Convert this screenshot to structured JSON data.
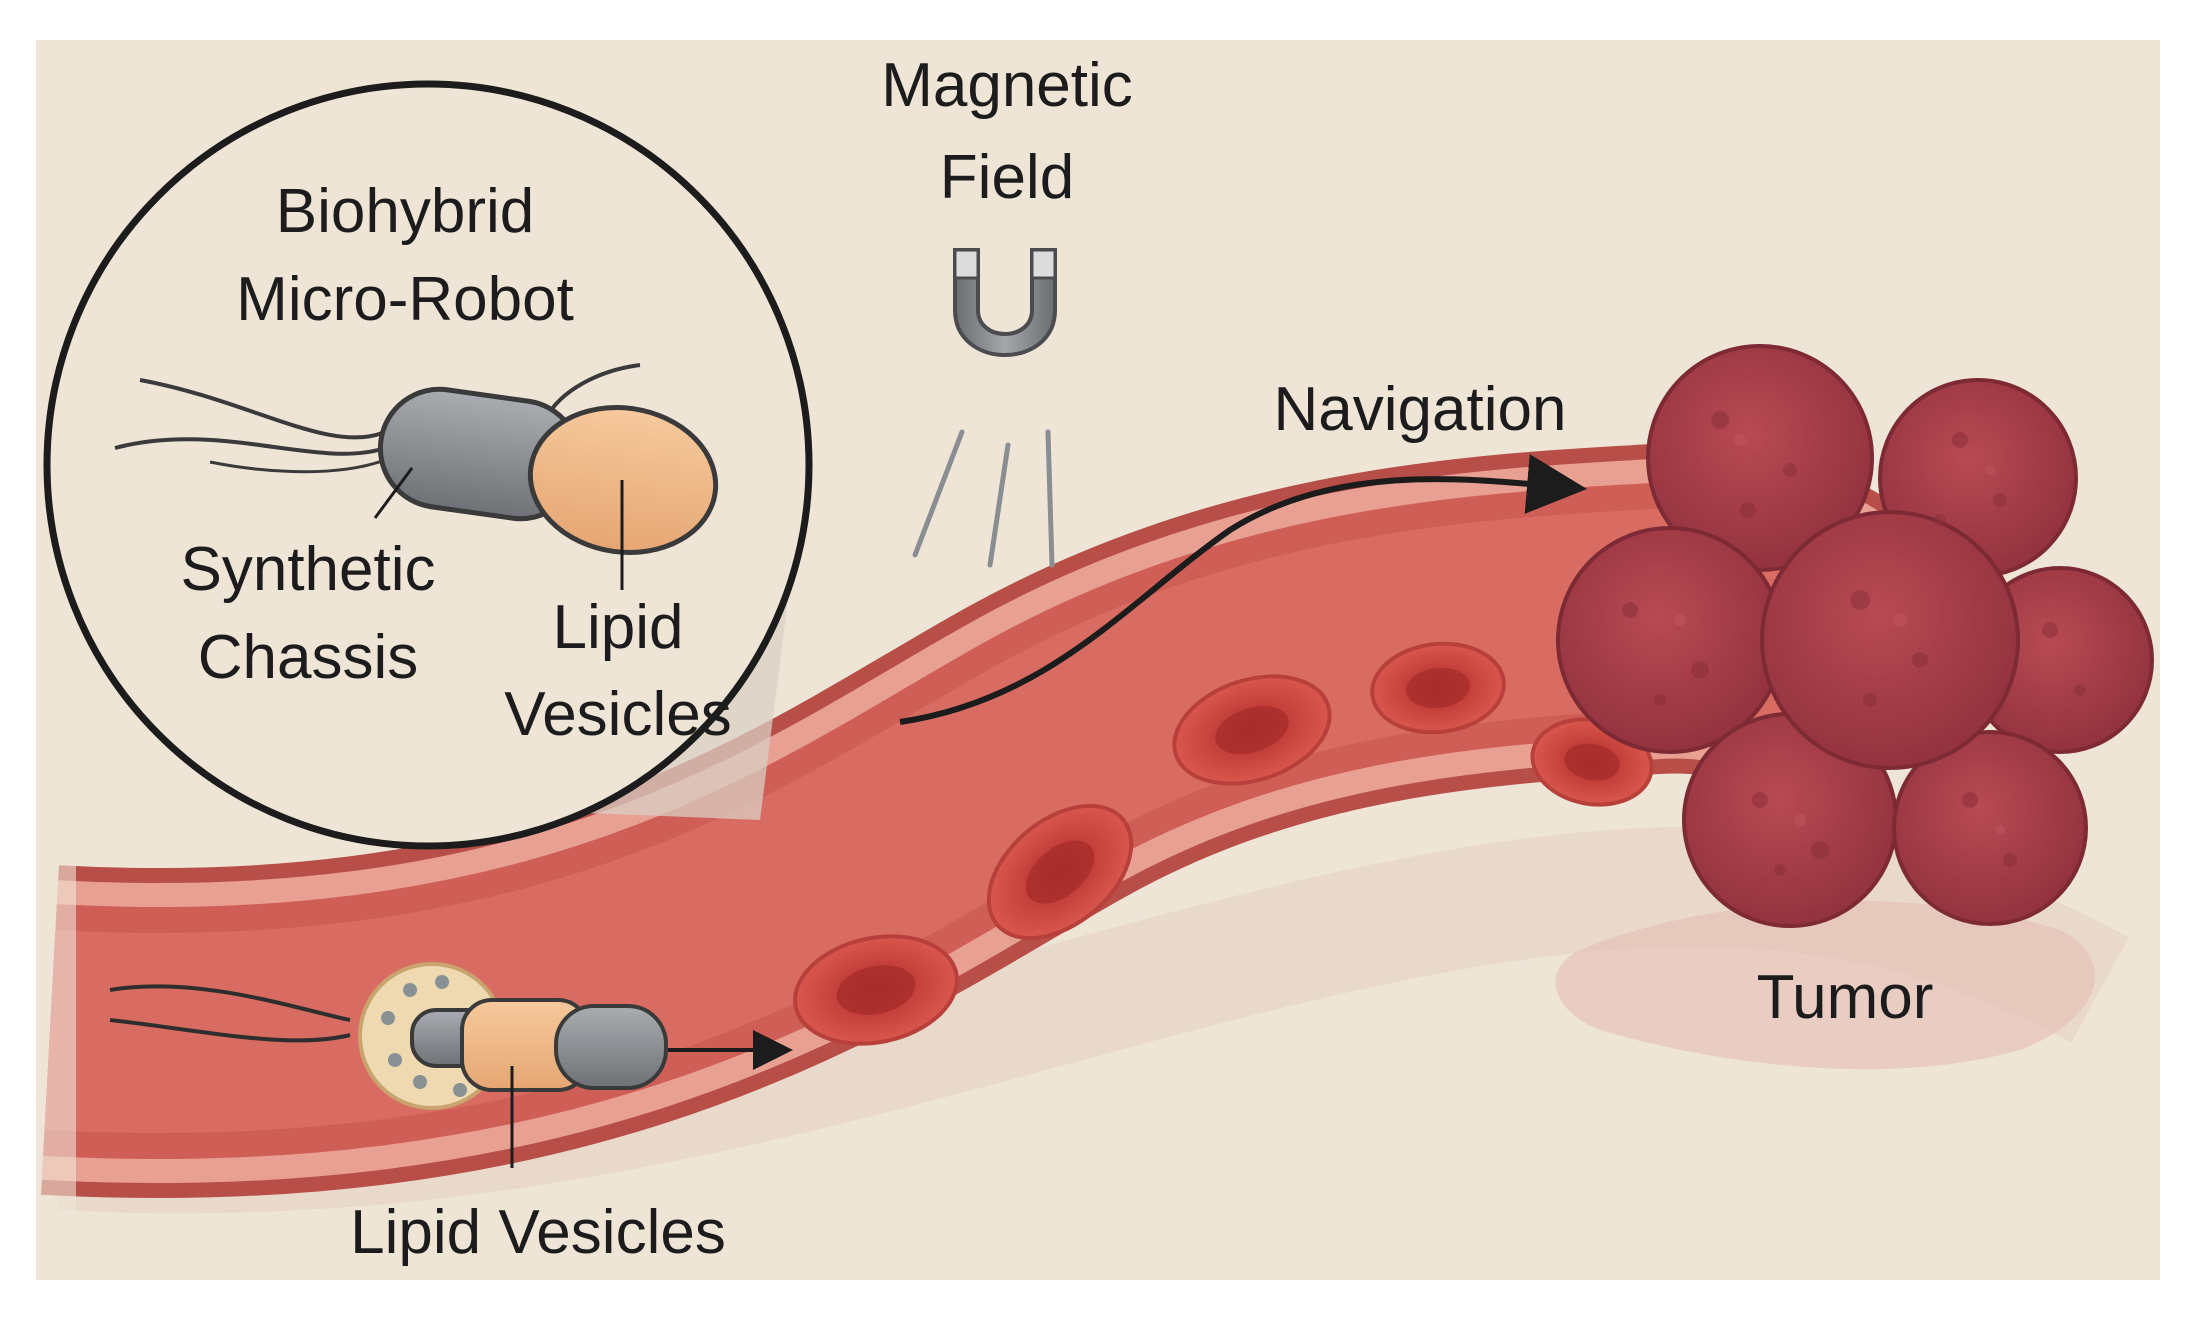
{
  "labels": {
    "magnetic_field_line1": "Magnetic",
    "magnetic_field_line2": "Field",
    "robot_title_line1": "Biohybrid",
    "robot_title_line2": "Micro-Robot",
    "synthetic_line1": "Synthetic",
    "synthetic_line2": "Chassis",
    "lipid_inset_line1": "Lipid",
    "lipid_inset_line2": "Vesicles",
    "navigation": "Navigation",
    "tumor": "Tumor",
    "lipid_bottom": "Lipid Vesicles"
  },
  "colors": {
    "background": "#efe5d7",
    "vessel_outer": "#c85b52",
    "vessel_wall": "#e79a8e",
    "vessel_lumen": "#d6675d",
    "red_cell": "#c7433d",
    "red_cell_center": "#a72d2b",
    "tumor": "#a8404a",
    "tumor_dark": "#8a2f3a",
    "chassis": "#8a8d91",
    "vesicle": "#f0b987",
    "ink": "#1c1c1c"
  },
  "icons": [
    "magnet-icon",
    "bacterium-icon",
    "arrow-icon"
  ]
}
